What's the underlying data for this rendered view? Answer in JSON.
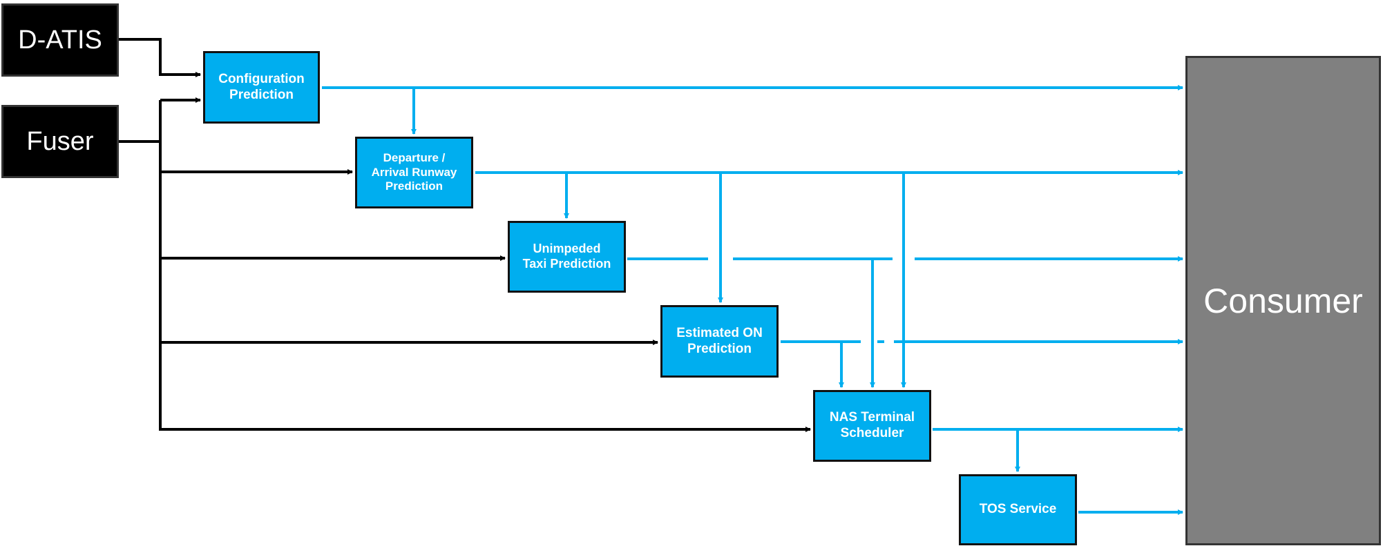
{
  "colors": {
    "blue": "#00AEEF",
    "black": "#000000",
    "gray": "#808080"
  },
  "sources": {
    "datis": "D-ATIS",
    "fuser": "Fuser"
  },
  "processes": {
    "config": "Configuration\nPrediction",
    "runway": "Departure /\nArrival Runway\nPrediction",
    "taxi": "Unimpeded\nTaxi Prediction",
    "eon": "Estimated ON\nPrediction",
    "nas": "NAS Terminal\nScheduler",
    "tos": "TOS Service"
  },
  "consumer": {
    "label": "Consumer"
  }
}
